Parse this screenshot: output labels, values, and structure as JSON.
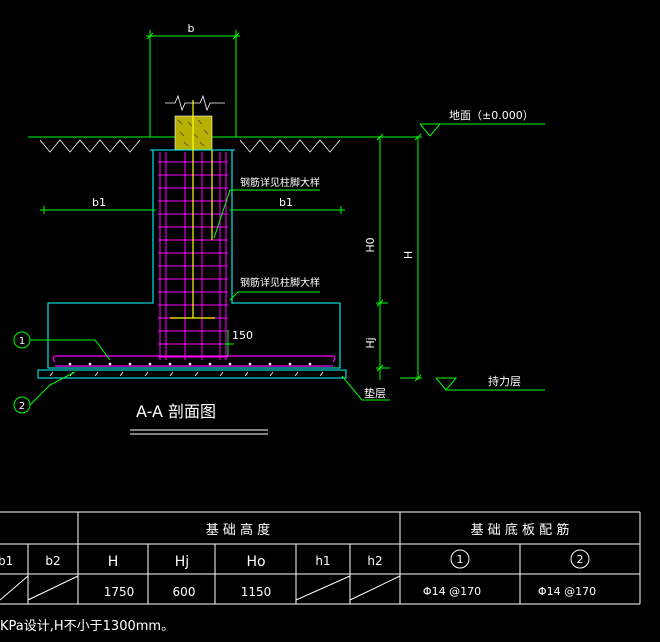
{
  "section": {
    "dim_b": "b",
    "dim_b1_left": "b1",
    "dim_b1_right": "b1",
    "ground_note": "地面（±0.000）",
    "rebar_note_top": "钢筋详见柱脚大样",
    "rebar_note_mid": "钢筋详见柱脚大样",
    "dim_H0": "H0",
    "dim_H": "H",
    "dim_Hj": "Hj",
    "dim_150": "150",
    "callout_1": "1",
    "callout_2": "2",
    "cushion_note": "垫层",
    "bearing_note": "持力层",
    "title": "A-A 剖面图"
  },
  "table": {
    "group_height": "基 础 高 度",
    "group_rebar": "基 础 底 板 配 筋",
    "headers": {
      "b1": "b1",
      "b2": "b2",
      "H": "H",
      "Hj": "Hj",
      "Ho": "Ho",
      "h1": "h1",
      "h2": "h2",
      "r1": "1",
      "r2": "2"
    },
    "row": {
      "H": "1750",
      "Hj": "600",
      "Ho": "1150",
      "r1": "Φ14 @170",
      "r2": "Φ14 @170"
    }
  },
  "footnote": "KPa设计,H不小于1300mm。",
  "colors": {
    "dimension": "#00ff00",
    "concrete": "#00ffff",
    "column_rebar": "#ff00ff",
    "stirrup": "#ff00ff",
    "ground": "#00ff00",
    "text": "#ffffff",
    "column_fill": "#ffff00"
  }
}
